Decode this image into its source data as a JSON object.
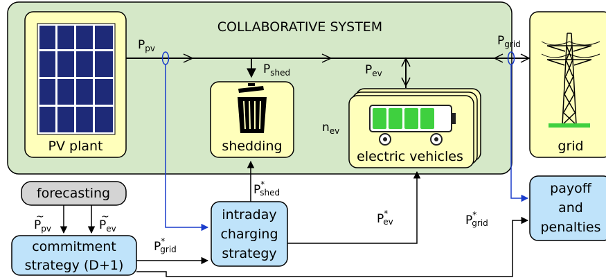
{
  "system": {
    "title": "COLLABORATIVE SYSTEM"
  },
  "blocks": {
    "pv_plant": "PV plant",
    "shedding": "shedding",
    "electric_vehicles": "electric vehicles",
    "grid": "grid",
    "forecasting": "forecasting",
    "commitment_line1": "commitment",
    "commitment_line2": "strategy (D+1)",
    "intraday_line1": "intraday",
    "intraday_line2": "charging",
    "intraday_line3": "strategy",
    "payoff_line1": "payoff",
    "payoff_line2": "and",
    "payoff_line3": "penalties"
  },
  "signals": {
    "p_pv": {
      "sym": "P",
      "sub": "pv"
    },
    "p_shed": {
      "sym": "P",
      "sub": "shed"
    },
    "p_ev": {
      "sym": "P",
      "sub": "ev"
    },
    "p_grid": {
      "sym": "P",
      "sub": "grid"
    },
    "n_ev": {
      "sym": "n",
      "sub": "ev"
    },
    "p_shed_star": {
      "sym": "P",
      "sub": "shed",
      "sup": "*"
    },
    "p_ev_star": {
      "sym": "P",
      "sub": "ev",
      "sup": "*"
    },
    "p_grid_star_mid": {
      "sym": "P",
      "sub": "grid",
      "sup": "*"
    },
    "p_grid_star_left": {
      "sym": "P",
      "sub": "grid",
      "sup": "*"
    },
    "p_pv_forecast": {
      "sym": "P",
      "sub": "pv",
      "accent": "~"
    },
    "p_ev_forecast": {
      "sym": "P",
      "sub": "ev",
      "accent": "~"
    }
  },
  "colors": {
    "system_bg": "#d5e8c8",
    "yellow_block": "#ffffbb",
    "blue_block": "#bfe3fa",
    "grey_block": "#d4d4d4",
    "battery_green": "#3fd03f",
    "measure_line": "#1a3ccc",
    "pv_panel": "#1e2a78"
  }
}
